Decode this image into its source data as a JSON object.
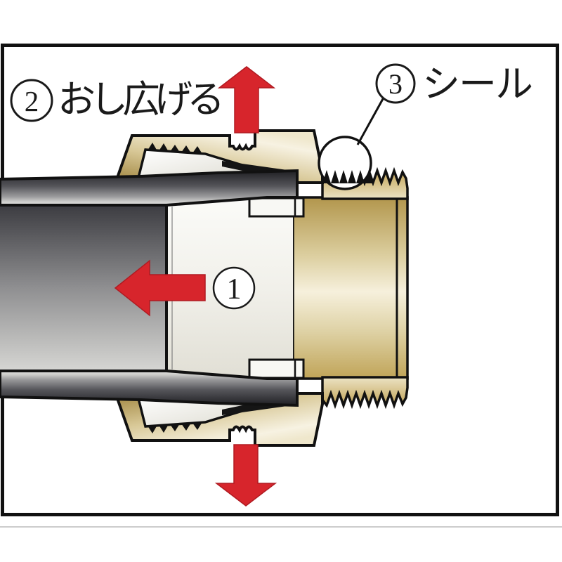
{
  "diagram": {
    "type": "pipe-fitting-cross-section-instructions",
    "annotations": {
      "step1": {
        "number": "1"
      },
      "step2": {
        "number": "2",
        "label": "おし広げる"
      },
      "step3": {
        "number": "3",
        "label": "シール"
      }
    },
    "icons": {
      "arrow_up": "red-arrow-up",
      "arrow_down": "red-arrow-down",
      "arrow_left": "red-arrow-left",
      "seal": "white-circle-seal"
    },
    "colors": {
      "arrow_red": "#d7252c",
      "arrow_red_edge": "#b01b22",
      "brass_dark": "#a58a46",
      "brass_mid": "#d8c897",
      "brass_light": "#f6f1e0",
      "pipe_dark": "#1f1f23",
      "pipe_light": "#e2e2e0",
      "insert_white": "#f8f8f4",
      "outline": "#111111",
      "background": "#ffffff"
    }
  }
}
